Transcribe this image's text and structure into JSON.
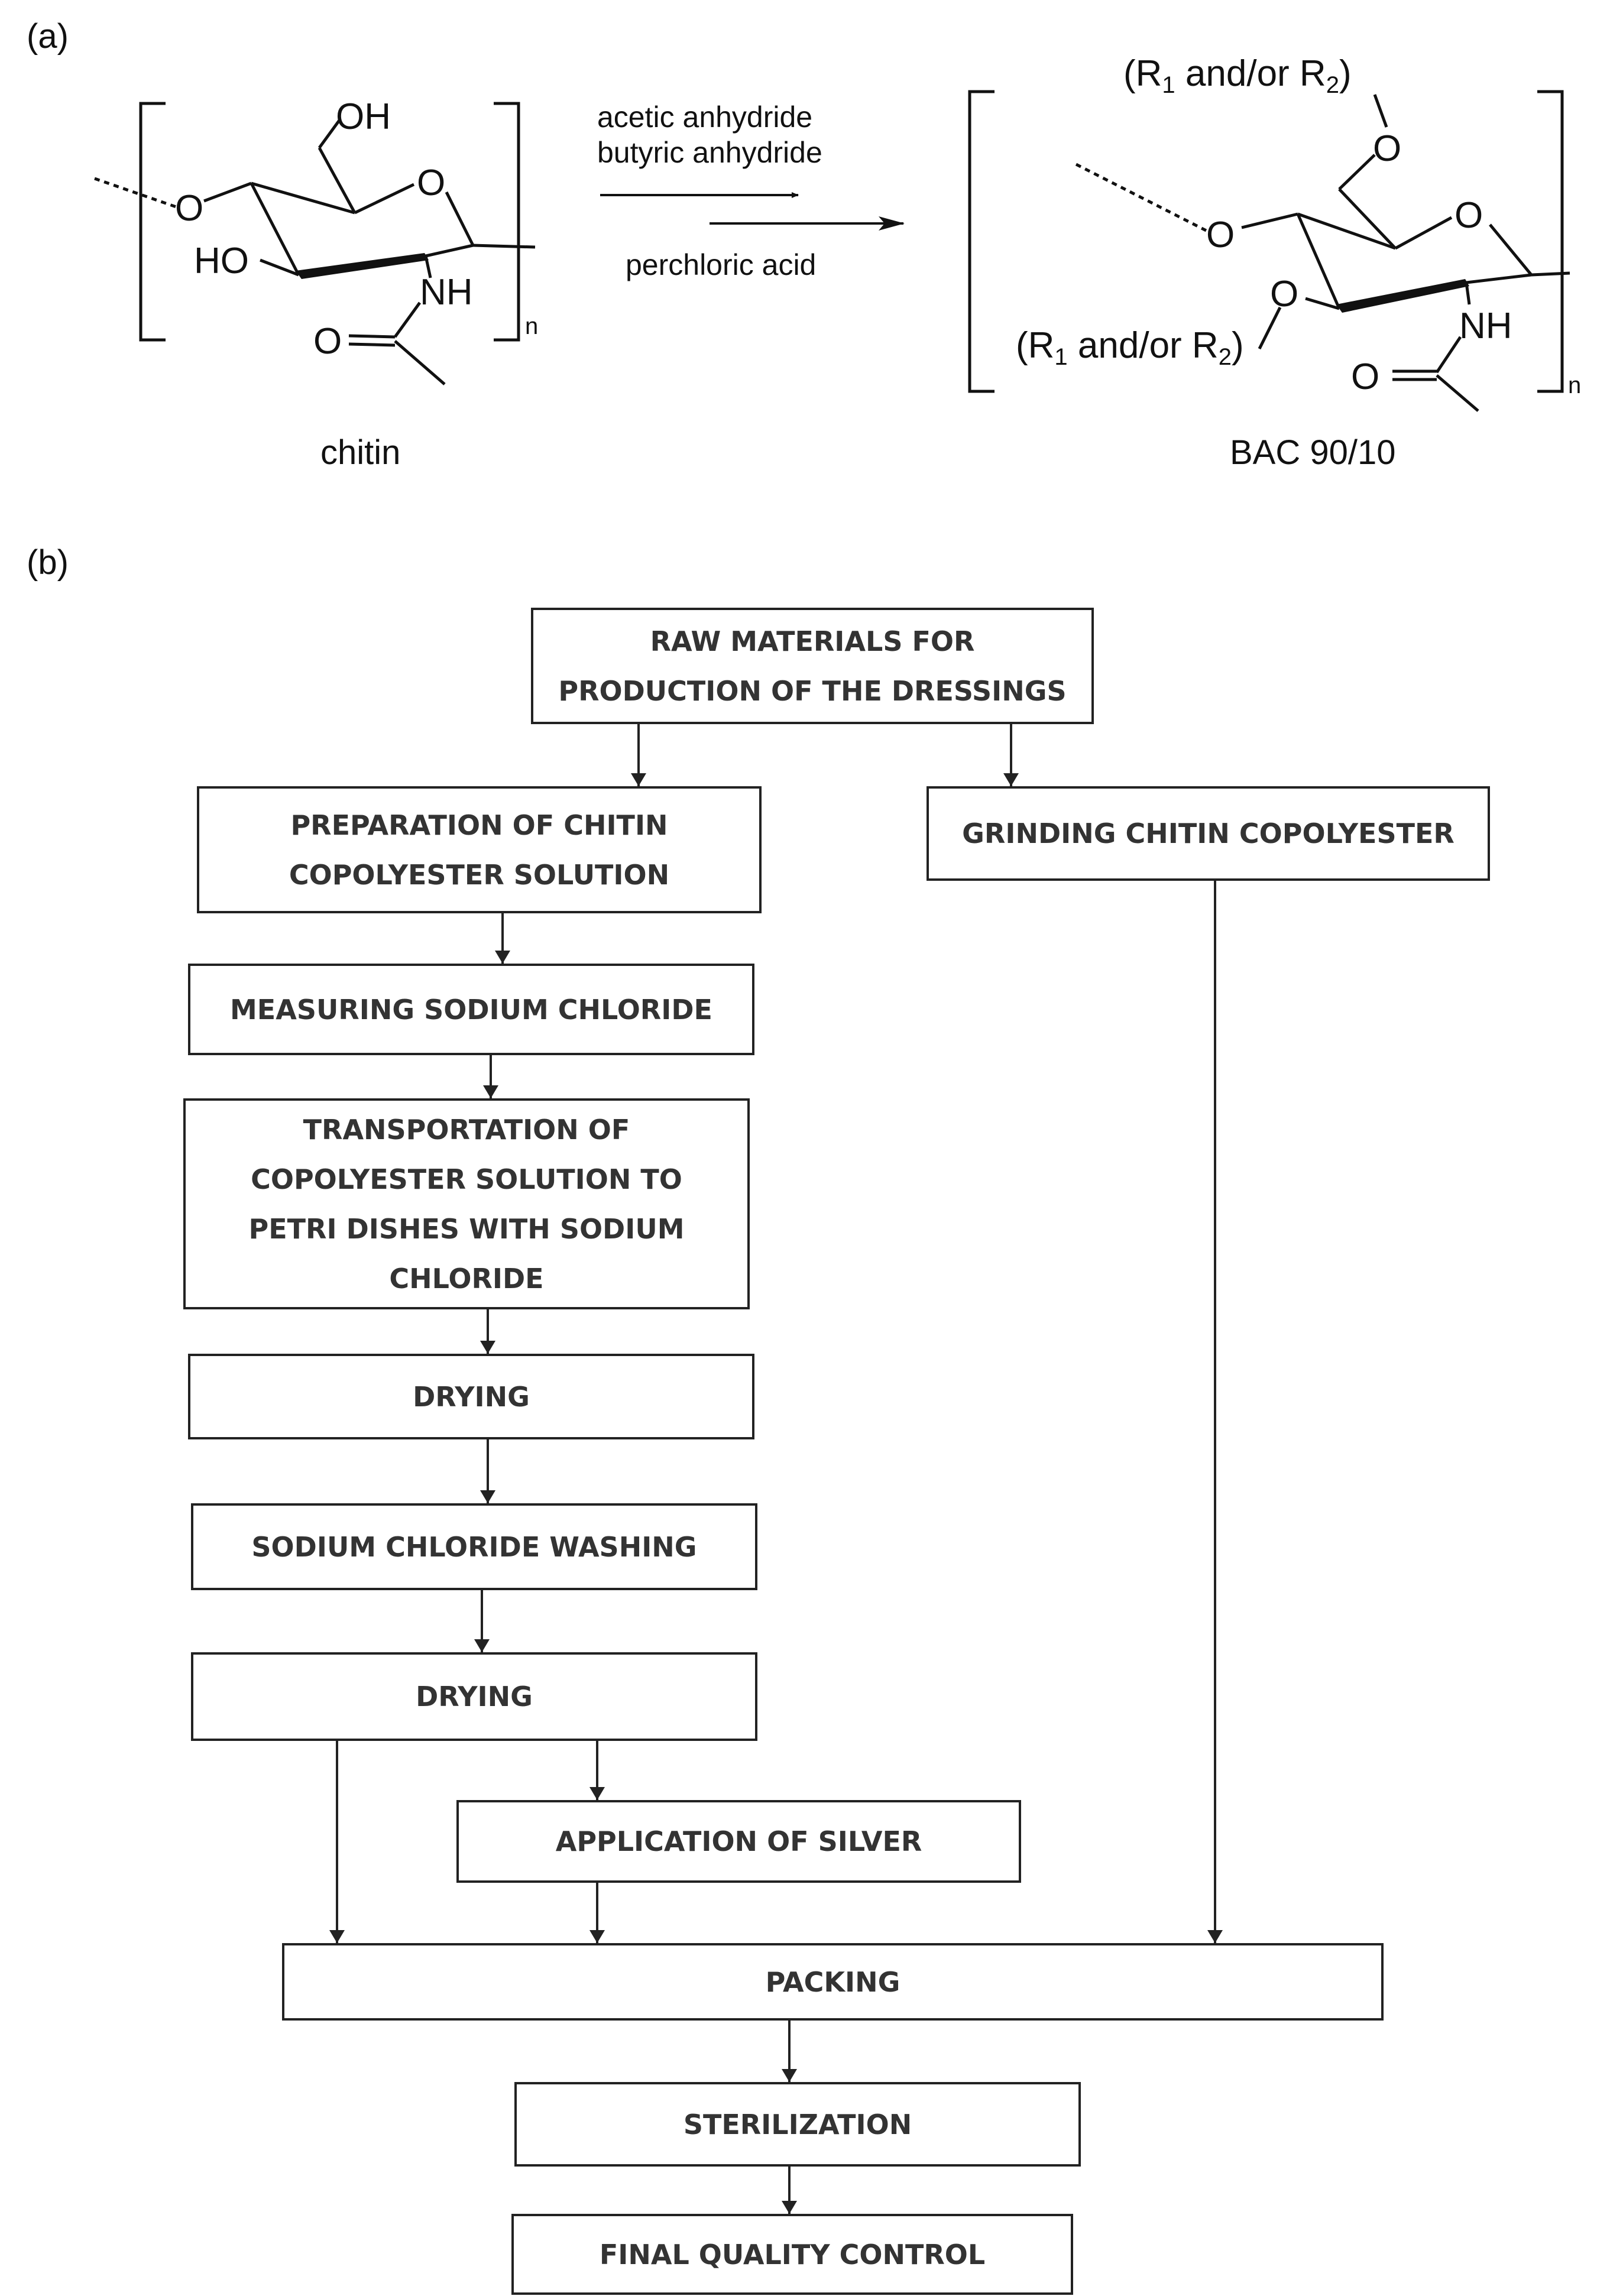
{
  "panel_a": {
    "label": "(a)",
    "reactant": {
      "name": "chitin",
      "atoms": {
        "oh_top": "OH",
        "ring_o": "O",
        "link_o": "O",
        "ho": "HO",
        "nh": "NH",
        "co_o": "O",
        "repeat": "n"
      }
    },
    "reagents": {
      "line1": "acetic anhydride",
      "line2": "butyric anhydride",
      "catalyst": "perchloric acid"
    },
    "product": {
      "name": "BAC 90/10",
      "atoms": {
        "ring_o": "O",
        "link_o": "O",
        "c6_o": "O",
        "c3_o": "O",
        "nh": "NH",
        "co_o": "O",
        "repeat": "n"
      },
      "substituent_text": "(R",
      "substituent_sub1": "1",
      "substituent_mid": " and/or R",
      "substituent_sub2": "2",
      "substituent_end": ")"
    }
  },
  "panel_b": {
    "label": "(b)",
    "steps": {
      "raw_materials": [
        "RAW MATERIALS FOR",
        "PRODUCTION OF THE DRESSINGS"
      ],
      "preparation": [
        "PREPARATION OF CHITIN",
        "COPOLYESTER SOLUTION"
      ],
      "grinding": [
        "GRINDING CHITIN COPOLYESTER"
      ],
      "measuring": [
        "MEASURING SODIUM CHLORIDE"
      ],
      "transportation": [
        "TRANSPORTATION OF",
        "COPOLYESTER SOLUTION TO",
        "PETRI DISHES WITH SODIUM",
        "CHLORIDE"
      ],
      "drying1": [
        "DRYING"
      ],
      "washing": [
        "SODIUM CHLORIDE WASHING"
      ],
      "drying2": [
        "DRYING"
      ],
      "silver": [
        "APPLICATION OF SILVER"
      ],
      "packing": [
        "PACKING"
      ],
      "sterilization": [
        "STERILIZATION"
      ],
      "final_qc": [
        "FINAL QUALITY CONTROL"
      ]
    }
  }
}
